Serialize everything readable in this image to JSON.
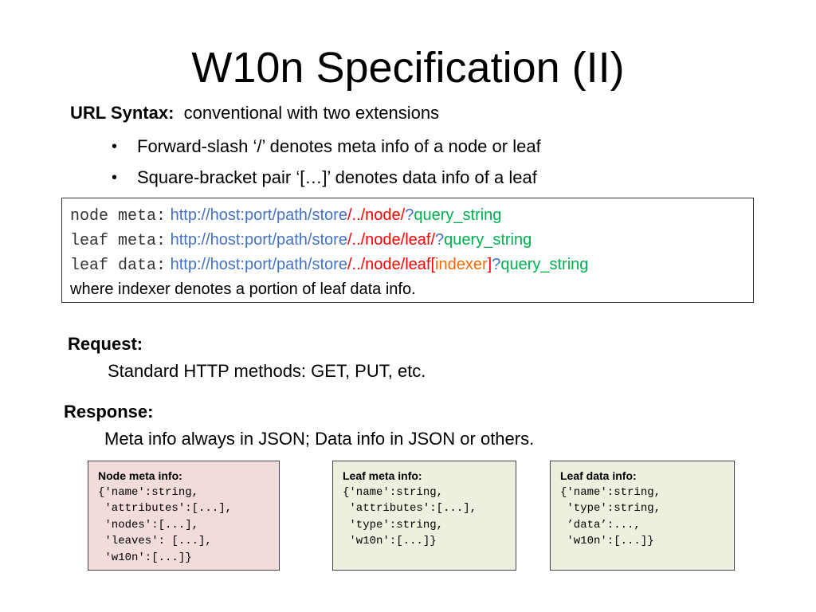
{
  "title": "W10n Specification (II)",
  "url_syntax": {
    "label": "URL Syntax:",
    "text": "conventional with two extensions",
    "bullets": [
      "Forward-slash ‘/’ denotes meta info of a node or leaf",
      "Square-bracket pair ‘[…]’ denotes data info of a leaf"
    ]
  },
  "url_box": {
    "rows": [
      {
        "label": "node meta:",
        "store": "http://host:port/path/store",
        "sep1": "/",
        "path": "../node/",
        "qmark": "?",
        "query": "query_string"
      },
      {
        "label": "leaf meta:",
        "store": "http://host:port/path/store",
        "sep1": "/",
        "path": "../node/leaf/",
        "qmark": "?",
        "query": "query_string"
      },
      {
        "label": "leaf data:",
        "store": "http://host:port/path/store",
        "sep1": "/",
        "path": "../node/leaf",
        "open": "[",
        "indexer": "indexer",
        "close": "]",
        "qmark": "?",
        "query": "query_string"
      }
    ],
    "note": "where indexer denotes a portion of leaf data info."
  },
  "request": {
    "label": "Request:",
    "text": "Standard HTTP methods: GET, PUT, etc."
  },
  "response": {
    "label": "Response:",
    "text": "Meta info always in JSON; Data info in JSON or others."
  },
  "info_boxes": [
    {
      "heading": "Node meta info:",
      "code": "{'name':string,\n 'attributes':[...],\n 'nodes':[...],\n 'leaves': [...],\n 'w10n':[...]}",
      "bg": "#f2dcdb"
    },
    {
      "heading": "Leaf meta info:",
      "code": "{'name':string,\n 'attributes':[...],\n 'type':string,\n 'w10n':[...]}",
      "bg": "#ebf1de"
    },
    {
      "heading": "Leaf data info:",
      "code": "{'name':string,\n 'type':string,\n ’data’:...,\n 'w10n':[...]}",
      "bg": "#ebf1de"
    }
  ]
}
